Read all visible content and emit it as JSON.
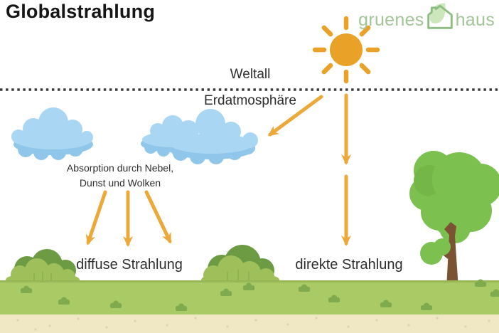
{
  "title": "Globalstrahlung",
  "logo": {
    "word1": "gruenes",
    "word2": "haus"
  },
  "diagram": {
    "space_label": "Weltall",
    "atmosphere_label": "Erdatmosphäre",
    "absorption_line1": "Absorption durch Nebel,",
    "absorption_line2": "Dunst und Wolken",
    "diffuse_label": "diffuse Strahlung",
    "direct_label": "direkte Strahlung"
  },
  "icons": {
    "sun": "sun-icon",
    "clouds": "cloud-icon",
    "house_logo": "house-leaf-icon",
    "arrow": "→"
  },
  "colors": {
    "sun": "#E9A227",
    "arrow": "#ECA838",
    "cloud": "#A9D7F3",
    "cloud_shadow": "#8FC6EA",
    "grass": "#A9CA65",
    "grass_edge": "#97B757",
    "grass_tuft": "#7FAA4E",
    "bush_dark": "#6C9B43",
    "bush_light": "#9FBF5B",
    "tree_canopy": "#7CC14F",
    "tree_canopy_dark": "#74B748",
    "tree_trunk": "#7B5333",
    "sand": "#F0E7C5",
    "sand_speckle": "#DED3A9",
    "boundary_line": "#3C3C3C",
    "text": "#2D2D2D",
    "logo_text": "#A3C499",
    "logo_leaf": "#CDE7BC",
    "logo_house": "#8CBD80"
  }
}
